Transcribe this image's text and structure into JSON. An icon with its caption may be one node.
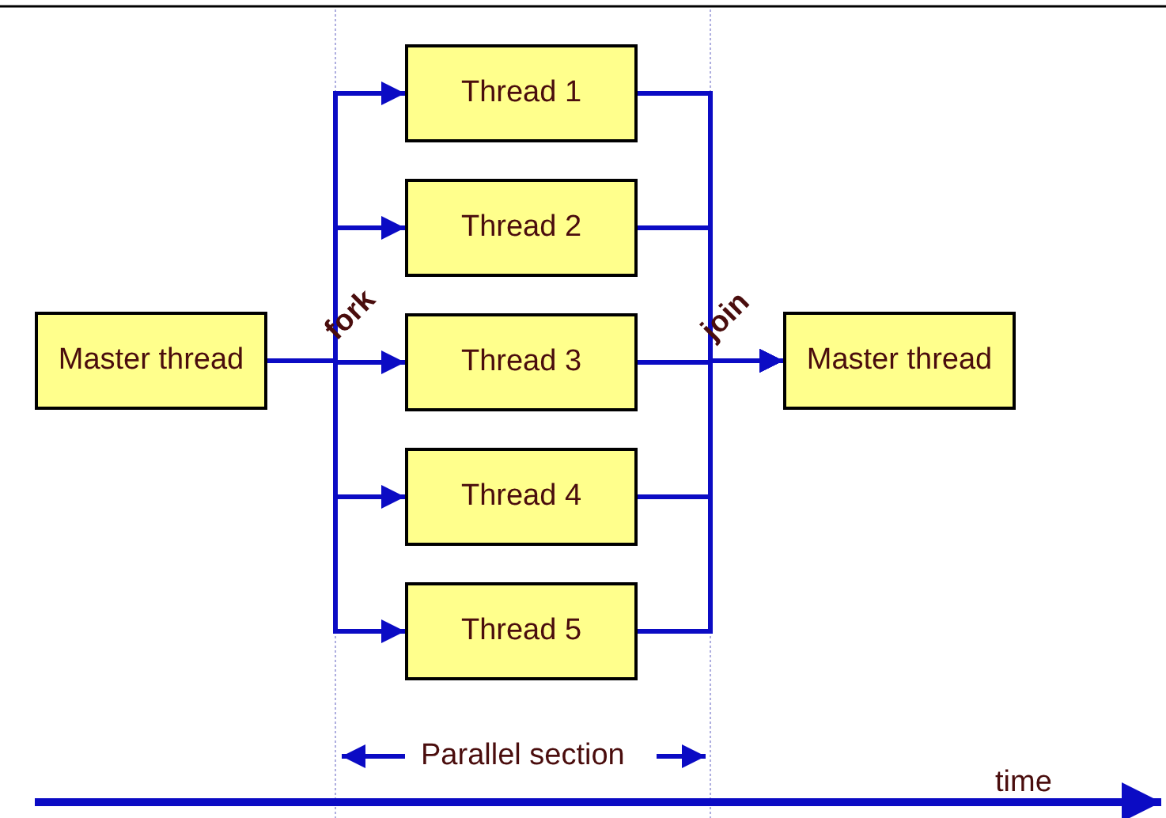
{
  "diagram": {
    "nodes": [
      {
        "text": [
          "Master thread"
        ]
      },
      {
        "text": [
          "Thread 1"
        ]
      },
      {
        "text": [
          "Thread 2"
        ]
      },
      {
        "text": [
          "Thread 3"
        ]
      },
      {
        "text": [
          "Thread 4"
        ]
      },
      {
        "text": [
          "Thread 5"
        ]
      },
      {
        "text": [
          "Master thread"
        ]
      }
    ],
    "edges": [
      {
        "from": 0,
        "to": 1,
        "arrow": "to"
      },
      {
        "from": 0,
        "to": 2,
        "arrow": "to"
      },
      {
        "from": 0,
        "to": 3,
        "arrow": "to"
      },
      {
        "from": 0,
        "to": 4,
        "arrow": "to"
      },
      {
        "from": 0,
        "to": 5,
        "arrow": "to"
      },
      {
        "from": 1,
        "to": 6,
        "arrow": "to"
      },
      {
        "from": 2,
        "to": 6,
        "arrow": "to"
      },
      {
        "from": 3,
        "to": 6,
        "arrow": "to"
      },
      {
        "from": 4,
        "to": 6,
        "arrow": "to"
      },
      {
        "from": 5,
        "to": 6,
        "arrow": "to"
      }
    ],
    "labels": [
      "fork",
      "join",
      "Parallel section",
      "time"
    ]
  }
}
